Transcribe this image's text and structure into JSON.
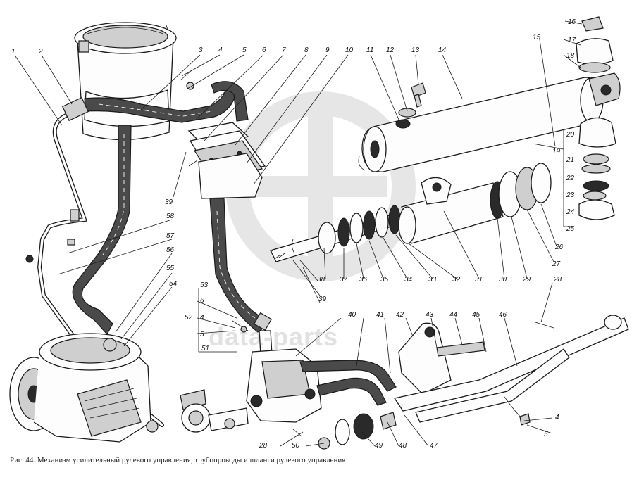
{
  "figure": {
    "caption": "Рис. 44. Механизм усилительный рулевого управления, трубопроводы и шланги рулевого управления",
    "watermark": "data-parts"
  },
  "callouts": [
    {
      "id": "1",
      "text": "1"
    },
    {
      "id": "2",
      "text": "2"
    },
    {
      "id": "3",
      "text": "3"
    },
    {
      "id": "4",
      "text": "4"
    },
    {
      "id": "5",
      "text": "5"
    },
    {
      "id": "6",
      "text": "6"
    },
    {
      "id": "7",
      "text": "7"
    },
    {
      "id": "8",
      "text": "8"
    },
    {
      "id": "9",
      "text": "9"
    },
    {
      "id": "10",
      "text": "10"
    },
    {
      "id": "11",
      "text": "11"
    },
    {
      "id": "12",
      "text": "12"
    },
    {
      "id": "13",
      "text": "13"
    },
    {
      "id": "14",
      "text": "14"
    },
    {
      "id": "15",
      "text": "15"
    },
    {
      "id": "16",
      "text": "16"
    },
    {
      "id": "17",
      "text": "17"
    },
    {
      "id": "18",
      "text": "18"
    },
    {
      "id": "19",
      "text": "19"
    },
    {
      "id": "20",
      "text": "20"
    },
    {
      "id": "21",
      "text": "21"
    },
    {
      "id": "22",
      "text": "22"
    },
    {
      "id": "23",
      "text": "23"
    },
    {
      "id": "24",
      "text": "24"
    },
    {
      "id": "25",
      "text": "25"
    },
    {
      "id": "26",
      "text": "26"
    },
    {
      "id": "27",
      "text": "27"
    },
    {
      "id": "28",
      "text": "28"
    },
    {
      "id": "29",
      "text": "29"
    },
    {
      "id": "30",
      "text": "30"
    },
    {
      "id": "31",
      "text": "31"
    },
    {
      "id": "32",
      "text": "32"
    },
    {
      "id": "33",
      "text": "33"
    },
    {
      "id": "34",
      "text": "34"
    },
    {
      "id": "35",
      "text": "35"
    },
    {
      "id": "36",
      "text": "36"
    },
    {
      "id": "37",
      "text": "37"
    },
    {
      "id": "38",
      "text": "38"
    },
    {
      "id": "39",
      "text": "39"
    },
    {
      "id": "40",
      "text": "40"
    },
    {
      "id": "41",
      "text": "41"
    },
    {
      "id": "42",
      "text": "42"
    },
    {
      "id": "43",
      "text": "43"
    },
    {
      "id": "44",
      "text": "44"
    },
    {
      "id": "45",
      "text": "45"
    },
    {
      "id": "46",
      "text": "46"
    },
    {
      "id": "47",
      "text": "47"
    },
    {
      "id": "48",
      "text": "48"
    },
    {
      "id": "49",
      "text": "49"
    },
    {
      "id": "50",
      "text": "50"
    },
    {
      "id": "51",
      "text": "51"
    },
    {
      "id": "52",
      "text": "52"
    },
    {
      "id": "53",
      "text": "53"
    },
    {
      "id": "54",
      "text": "54"
    },
    {
      "id": "55",
      "text": "55"
    },
    {
      "id": "56",
      "text": "56"
    },
    {
      "id": "57",
      "text": "57"
    },
    {
      "id": "58",
      "text": "58"
    }
  ]
}
